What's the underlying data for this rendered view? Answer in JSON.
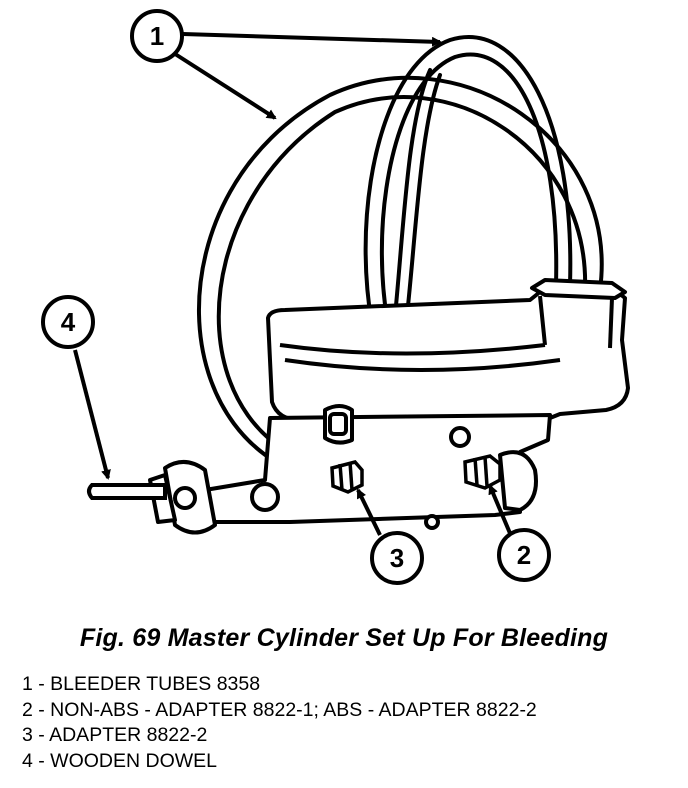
{
  "figure": {
    "callouts": [
      {
        "number": "1"
      },
      {
        "number": "2"
      },
      {
        "number": "3"
      },
      {
        "number": "4"
      }
    ]
  },
  "caption": "Fig. 69 Master Cylinder Set Up For Bleeding",
  "legend": [
    "1 - BLEEDER TUBES 8358",
    "2 - NON-ABS - ADAPTER 8822-1; ABS - ADAPTER 8822-2",
    "3 - ADAPTER 8822-2",
    "4 - WOODEN DOWEL"
  ]
}
